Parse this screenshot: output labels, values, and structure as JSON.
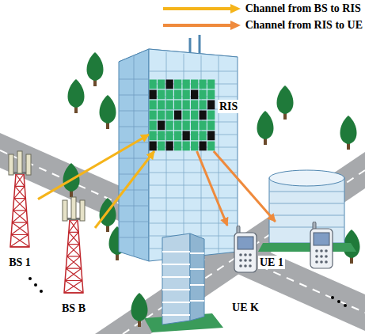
{
  "diagram": {
    "nodes": [
      {
        "text": [
          "RIS"
        ]
      },
      {
        "text": [
          "BS 1"
        ]
      },
      {
        "text": [
          "BS B"
        ]
      },
      {
        "text": [
          "UE 1"
        ]
      },
      {
        "text": [
          "UE K"
        ]
      }
    ],
    "edges": [
      {
        "from": 1,
        "to": 0,
        "arrow": "to"
      },
      {
        "from": 2,
        "to": 0,
        "arrow": "to"
      },
      {
        "from": 0,
        "to": 4,
        "arrow": "to"
      },
      {
        "from": 0,
        "to": 3,
        "arrow": "to"
      }
    ],
    "legend": [
      {
        "text": "Channel from BS to RIS"
      },
      {
        "text": "Channel from RIS to UE"
      }
    ]
  }
}
